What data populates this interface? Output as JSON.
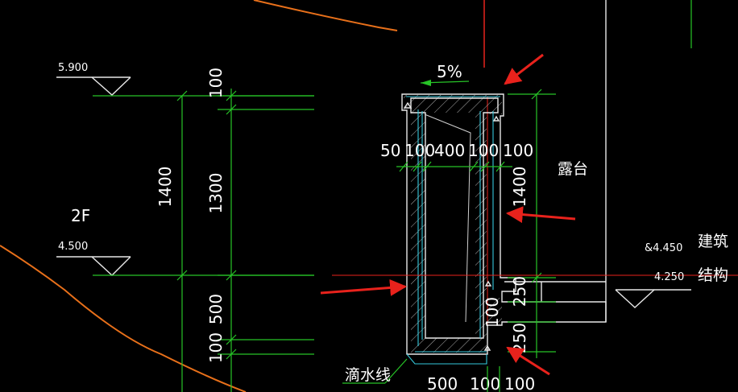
{
  "drawing": {
    "elevations": {
      "top": "5.900",
      "mid": "4.500",
      "right_arch_label": "&4.450",
      "right_struct_label": "4.250"
    },
    "floor_label": "2F",
    "slope_label": "5%",
    "left_dims": {
      "total": "1400",
      "top": "100",
      "mid": "1300",
      "lower": "500",
      "bottom": "100"
    },
    "section_widths": [
      "50",
      "100",
      "400",
      "100",
      "100"
    ],
    "right_dim": "1400",
    "right_lower_dims": [
      "250",
      "100",
      "250"
    ],
    "bottom_dims": [
      "500",
      "100",
      "100"
    ],
    "balcony_label": "露台",
    "arch_label": "建筑",
    "struct_label": "结构",
    "drip_label": "滴水线"
  },
  "colors": {
    "background": "#000000",
    "dimension_lines": "#27c427",
    "wall_outline": "#e8e8e8",
    "finish_lines": "#35c8dc",
    "annotation_arrows": "#e8221c",
    "orange_curve": "#e8701a"
  }
}
